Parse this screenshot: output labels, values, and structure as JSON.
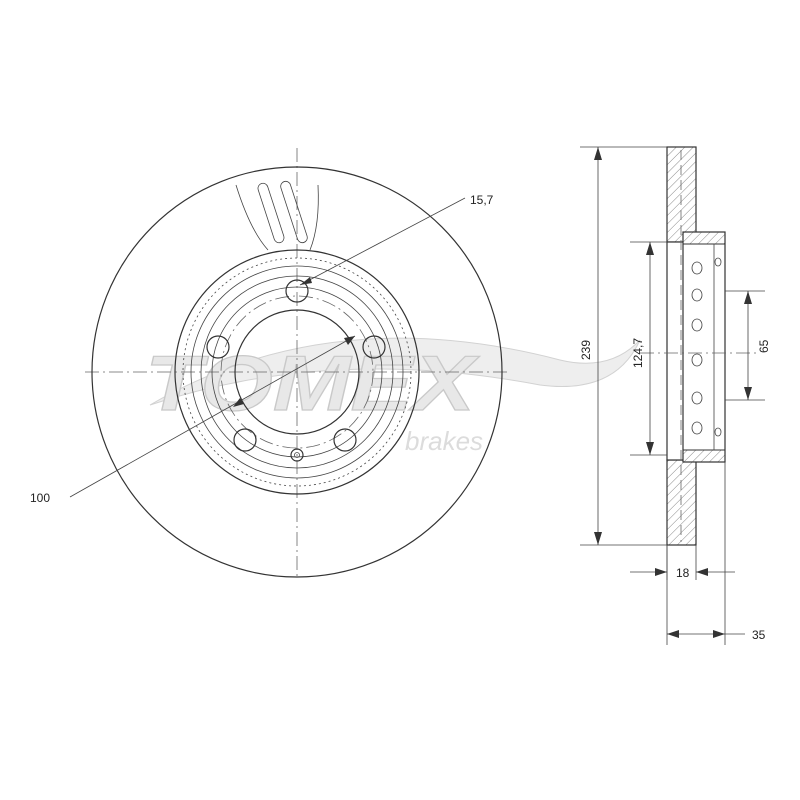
{
  "watermark": {
    "brand": "TOMEX",
    "sub": "brakes"
  },
  "dimensions": {
    "bolt_hole": "15,7",
    "bolt_circle": "100",
    "outer_diameter": "239",
    "hub_diameter": "124,7",
    "center_bore": "65",
    "thickness": "18",
    "height": "35"
  }
}
